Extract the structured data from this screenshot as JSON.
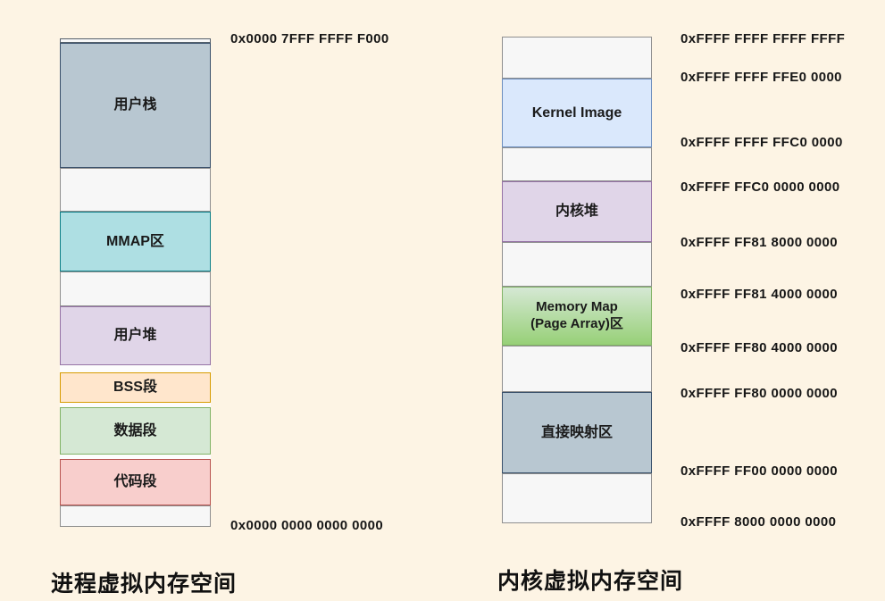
{
  "colors": {
    "background": "#fdf4e4",
    "empty_fill": "#f7f7f7",
    "empty_border": "#8f8f8f",
    "stack_fill": "#b8c7d1",
    "stack_border": "#39506b",
    "mmap_fill": "#aedfe3",
    "mmap_border": "#0e8088",
    "heap_fill": "#e0d5e8",
    "heap_border": "#9673a6",
    "bss_fill": "#ffe6cc",
    "bss_border": "#d79b00",
    "data_fill": "#d5e8d4",
    "data_border": "#82b366",
    "code_fill": "#f8cecc",
    "code_border": "#b85450",
    "kernel_image_fill": "#dae8fc",
    "kernel_image_border": "#6c8ebf",
    "memmap_gradient_top": "#d5e8d4",
    "memmap_gradient_bottom": "#97d077",
    "memmap_border": "#82b366"
  },
  "process_space": {
    "caption": "进程虚拟内存空间",
    "top_address": "0x0000 7FFF FFFF F000",
    "bottom_address": "0x0000 0000 0000 0000",
    "segments": {
      "user_stack": "用户栈",
      "mmap": "MMAP区",
      "user_heap": "用户堆",
      "bss": "BSS段",
      "data": "数据段",
      "code": "代码段"
    }
  },
  "kernel_space": {
    "caption": "内核虚拟内存空间",
    "segments": {
      "kernel_image": "Kernel Image",
      "kernel_heap": "内核堆",
      "memory_map_line1": "Memory Map",
      "memory_map_line2": "(Page Array)区",
      "direct_map": "直接映射区"
    },
    "addresses": [
      "0xFFFF FFFF FFFF FFFF",
      "0xFFFF FFFF FFE0 0000",
      "0xFFFF FFFF FFC0 0000",
      "0xFFFF FFC0 0000 0000",
      "0xFFFF FF81 8000 0000",
      "0xFFFF FF81 4000 0000",
      "0xFFFF FF80 4000 0000",
      "0xFFFF FF80 0000 0000",
      "0xFFFF FF00 0000 0000",
      "0xFFFF 8000 0000 0000"
    ]
  }
}
